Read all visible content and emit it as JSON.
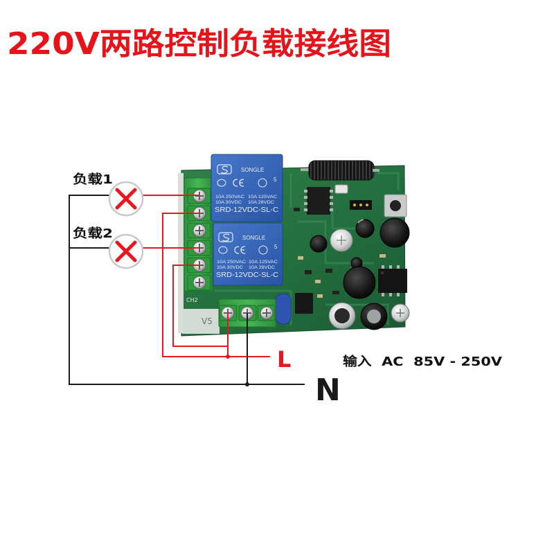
{
  "title": "220V两路控制负载接线图",
  "loads": [
    {
      "label": "负载1"
    },
    {
      "label": "负载2"
    }
  ],
  "supply": {
    "live_label": "L",
    "neutral_label": "N",
    "input_label": "输入  AC  85V - 250V"
  },
  "board": {
    "relays": [
      {
        "brand": "SONGLE",
        "cert_mark": "5",
        "rating_ac_1": "10A 250VAC",
        "rating_ac_2": "10A 125VAC",
        "rating_dc_1": "10A 30VDC",
        "rating_dc_2": "10A 28VDC",
        "model": "SRD-12VDC-SL-C"
      },
      {
        "brand": "SONGLE",
        "cert_mark": "5",
        "rating_ac_1": "10A 250VAC",
        "rating_ac_2": "10A 125VAC",
        "rating_dc_1": "10A 30VDC",
        "rating_dc_2": "10A 28VDC",
        "model": "SRD-12VDC-SL-C"
      }
    ],
    "silkscreen": {
      "channel_label": "CH2",
      "version_label": "V5"
    }
  },
  "colors": {
    "title": "#e5141a",
    "live_wire": "#e8161d",
    "neutral_wire": "#1a1a1a",
    "lamp_cross": "#e8161d",
    "lamp_outline": "#c8c8c8"
  }
}
